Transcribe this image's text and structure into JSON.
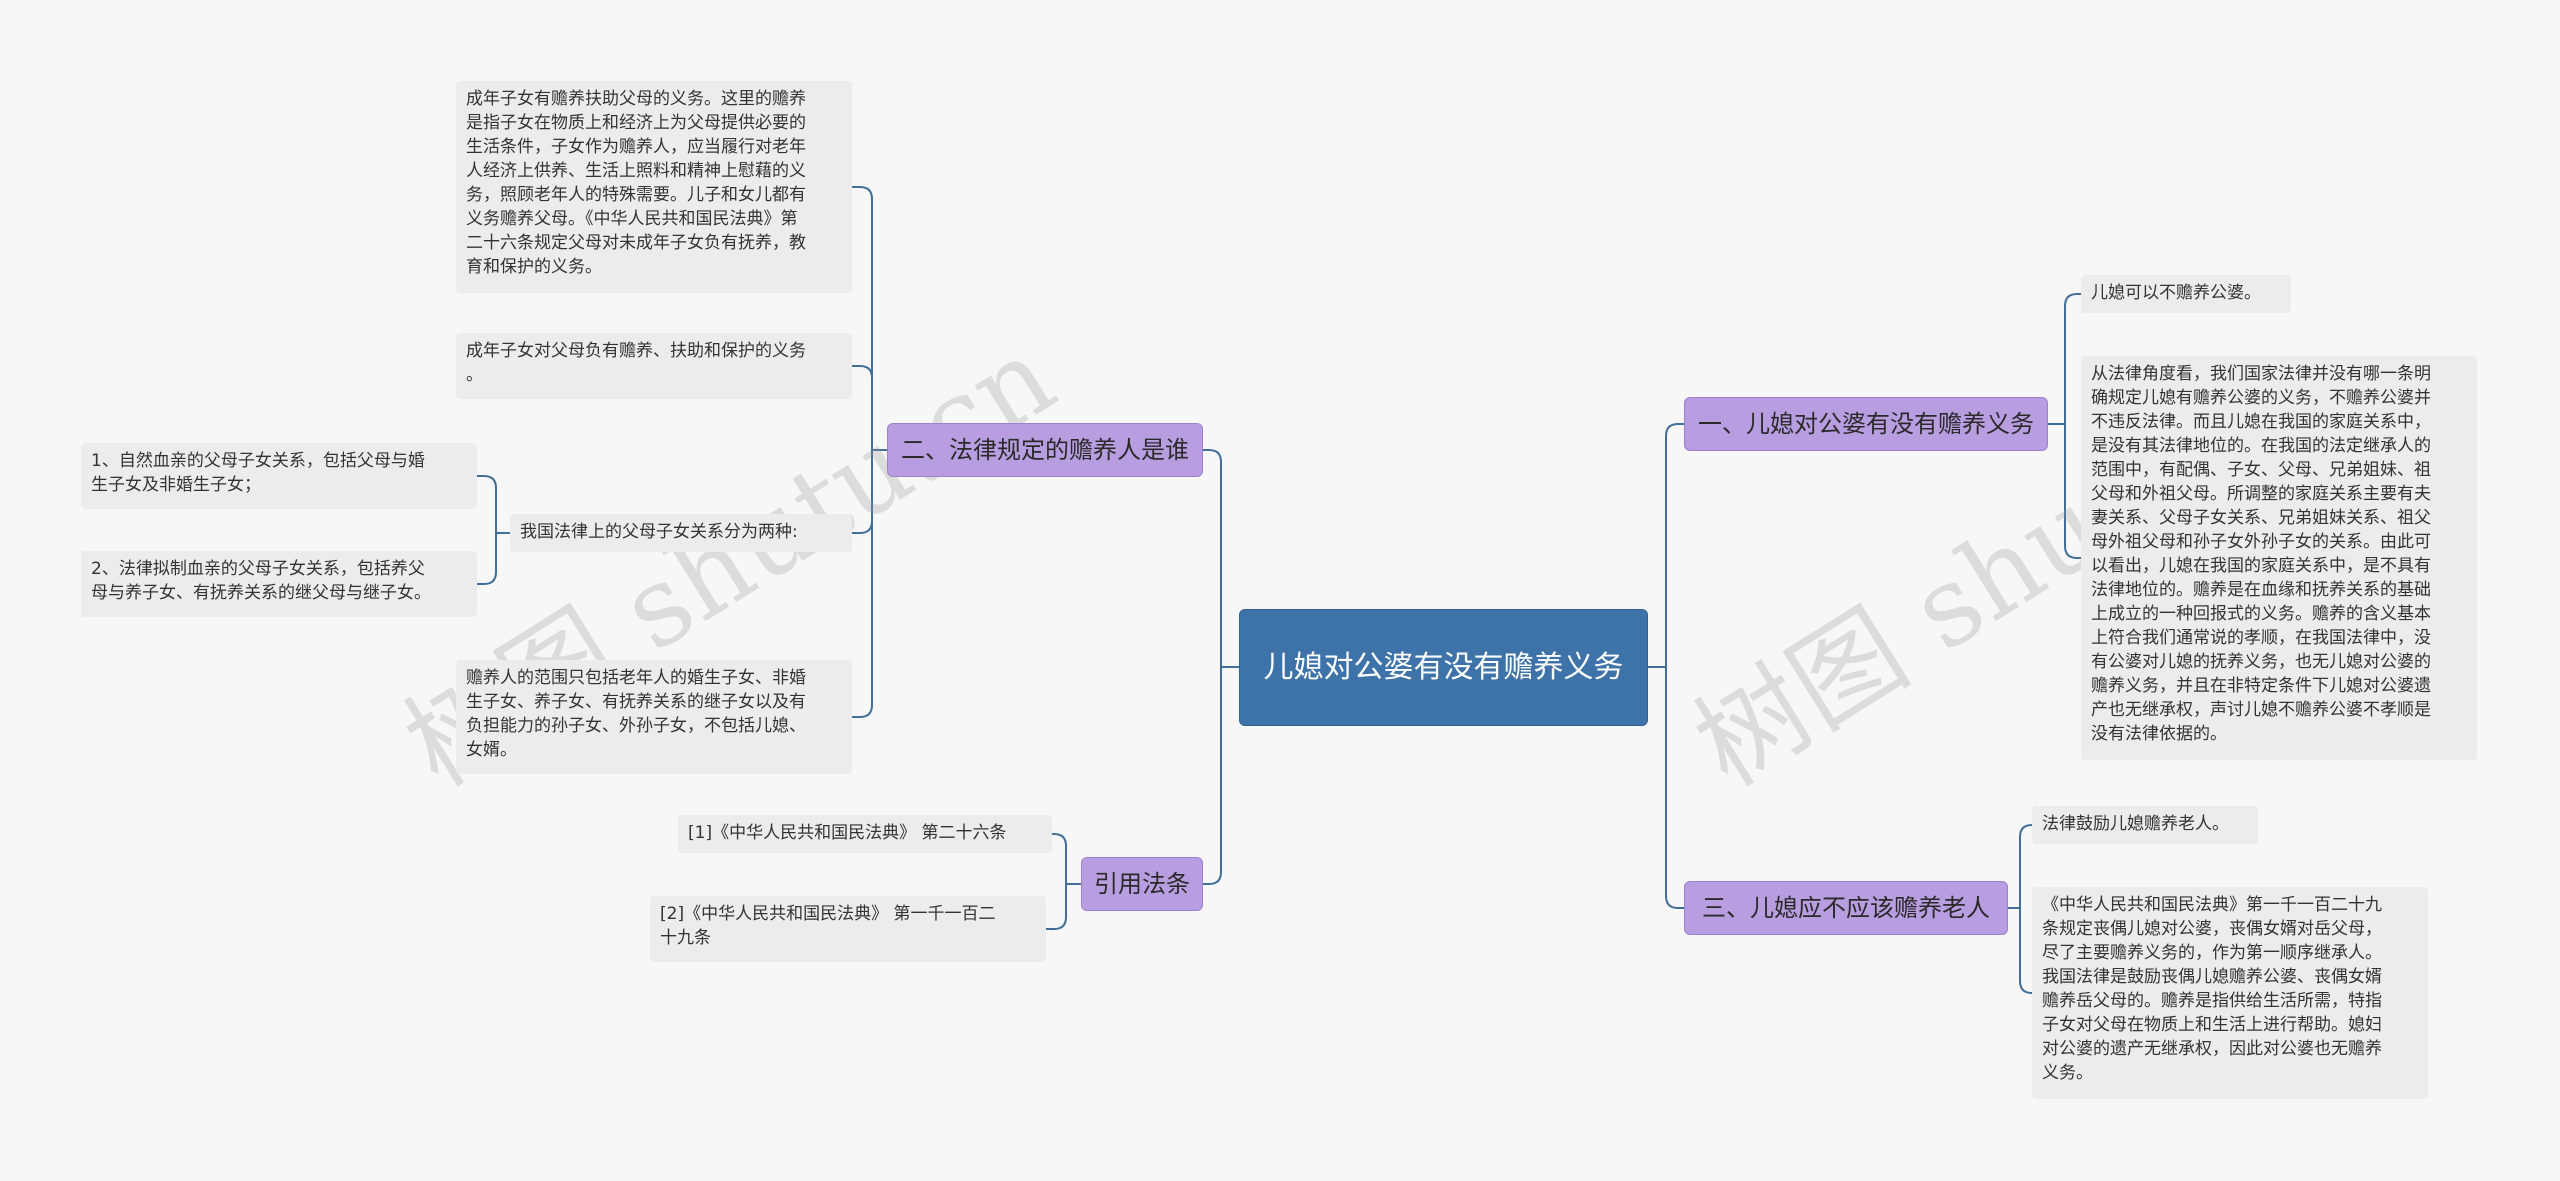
{
  "mindmap": {
    "root": "儿媳对公婆有没有赡养义务",
    "branches": [
      {
        "label": "一、儿媳对公婆有没有赡养义务",
        "children": [
          "儿媳可以不赡养公婆。",
          "从法律角度看，我们国家法律并没有哪一条明\n确规定儿媳有赡养公婆的义务，不赡养公婆并\n不违反法律。而且儿媳在我国的家庭关系中，\n是没有其法律地位的。在我国的法定继承人的\n范围中，有配偶、子女、父母、兄弟姐妹、祖\n父母和外祖父母。所调整的家庭关系主要有夫\n妻关系、父母子女关系、兄弟姐妹关系、祖父\n母外祖父母和孙子女外孙子女的关系。由此可\n以看出，儿媳在我国的家庭关系中，是不具有\n法律地位的。赡养是在血缘和抚养关系的基础\n上成立的一种回报式的义务。赡养的含义基本\n上符合我们通常说的孝顺，在我国法律中，没\n有公婆对儿媳的抚养义务，也无儿媳对公婆的\n赡养义务，并且在非特定条件下儿媳对公婆遗\n产也无继承权，声讨儿媳不赡养公婆不孝顺是\n没有法律依据的。"
        ]
      },
      {
        "label": "二、法律规定的赡养人是谁",
        "children": [
          "成年子女有赡养扶助父母的义务。这里的赡养\n是指子女在物质上和经济上为父母提供必要的\n生活条件，子女作为赡养人，应当履行对老年\n人经济上供养、生活上照料和精神上慰藉的义\n务，照顾老年人的特殊需要。儿子和女儿都有\n义务赡养父母。《中华人民共和国民法典》第\n二十六条规定父母对未成年子女负有抚养，教\n育和保护的义务。",
          "成年子女对父母负有赡养、扶助和保护的义务\n。",
          "我国法律上的父母子女关系分为两种:",
          "赡养人的范围只包括老年人的婚生子女、非婚\n生子女、养子女、有抚养关系的继子女以及有\n负担能力的孙子女、外孙子女，不包括儿媳、\n女婿。"
        ],
        "sub_children": [
          "1、自然血亲的父母子女关系，包括父母与婚\n生子女及非婚生子女；",
          "2、法律拟制血亲的父母子女关系，包括养父\n母与养子女、有抚养关系的继父母与继子女。"
        ]
      },
      {
        "label": "三、儿媳应不应该赡养老人",
        "children": [
          "法律鼓励儿媳赡养老人。",
          "《中华人民共和国民法典》第一千一百二十九\n条规定丧偶儿媳对公婆，丧偶女婿对岳父母，\n尽了主要赡养义务的，作为第一顺序继承人。\n我国法律是鼓励丧偶儿媳赡养公婆、丧偶女婿\n赡养岳父母的。赡养是指供给生活所需，特指\n子女对父母在物质上和生活上进行帮助。媳妇\n对公婆的遗产无继承权，因此对公婆也无赡养\n义务。"
        ]
      },
      {
        "label": "引用法条",
        "children": [
          "[1]《中华人民共和国民法典》 第二十六条",
          "[2]《中华人民共和国民法典》 第一千一百二\n十九条"
        ]
      }
    ]
  },
  "watermarks": [
    "树图 shutu.cn",
    "树图 shutu.cn"
  ],
  "colors": {
    "background": "#f7f7f7",
    "root_fill": "#3d73a8",
    "branch_fill": "#b89ee0",
    "leaf_fill": "#ececec",
    "connector": "#3f6f99"
  }
}
